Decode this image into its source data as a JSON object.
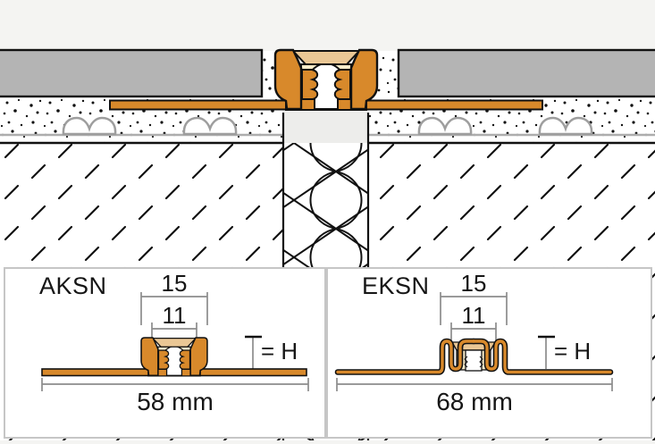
{
  "diagram": {
    "subject": "movement-joint-profile-cross-section",
    "colors": {
      "profile_orange": "#D8892B",
      "insert_tan": "#EAC795",
      "insert_cream": "#F8ECCB",
      "tile_gray": "#B4B4B4",
      "background": "#F4F4F2",
      "panel_border": "#C6C6C6",
      "dimension_gray": "#8C8C8C",
      "outline_black": "#111111"
    }
  },
  "panels": {
    "aksn": {
      "title": "AKSN",
      "dim_outer": "15",
      "dim_inner": "11",
      "height_label": "= H",
      "total_width": "58 mm"
    },
    "eksn": {
      "title": "EKSN",
      "dim_outer": "15",
      "dim_inner": "11",
      "height_label": "= H",
      "total_width": "68 mm"
    }
  }
}
